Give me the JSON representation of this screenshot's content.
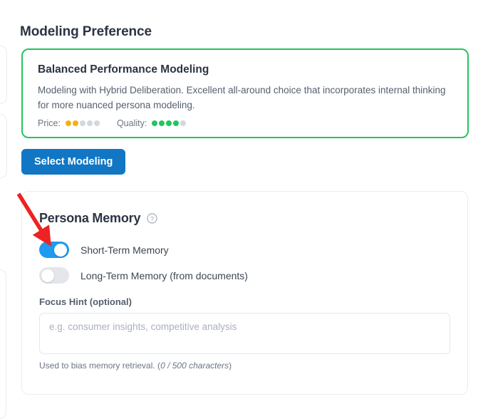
{
  "section": {
    "title": "Modeling Preference"
  },
  "model_card": {
    "name": "Balanced Performance Modeling",
    "description": "Modeling with Hybrid Deliberation. Excellent all-around choice that incorporates internal thinking for more nuanced persona modeling.",
    "price": {
      "label": "Price:",
      "filled": 2,
      "total": 5,
      "color": "#f5b014"
    },
    "quality": {
      "label": "Quality:",
      "filled": 4,
      "total": 5,
      "color": "#22c55e"
    },
    "border_color": "#22c55e"
  },
  "actions": {
    "select_modeling_label": "Select Modeling",
    "primary_color": "#1177c4"
  },
  "persona_memory": {
    "title": "Persona Memory",
    "help_icon": "question-circle-icon",
    "toggles": [
      {
        "label": "Short-Term Memory",
        "state": "on",
        "on_color": "#1d9bf0"
      },
      {
        "label": "Long-Term Memory (from documents)",
        "state": "off",
        "off_color": "#e4e6eb"
      }
    ],
    "focus_hint": {
      "label": "Focus Hint (optional)",
      "value": "",
      "placeholder": "e.g. consumer insights, competitive analysis",
      "help_prefix": "Used to bias memory retrieval. (",
      "help_count": "0 / 500 characters",
      "help_suffix": ")"
    }
  },
  "annotation": {
    "arrow": "red-arrow-pointing-to-short-term-memory-toggle",
    "color": "#ee2222"
  }
}
